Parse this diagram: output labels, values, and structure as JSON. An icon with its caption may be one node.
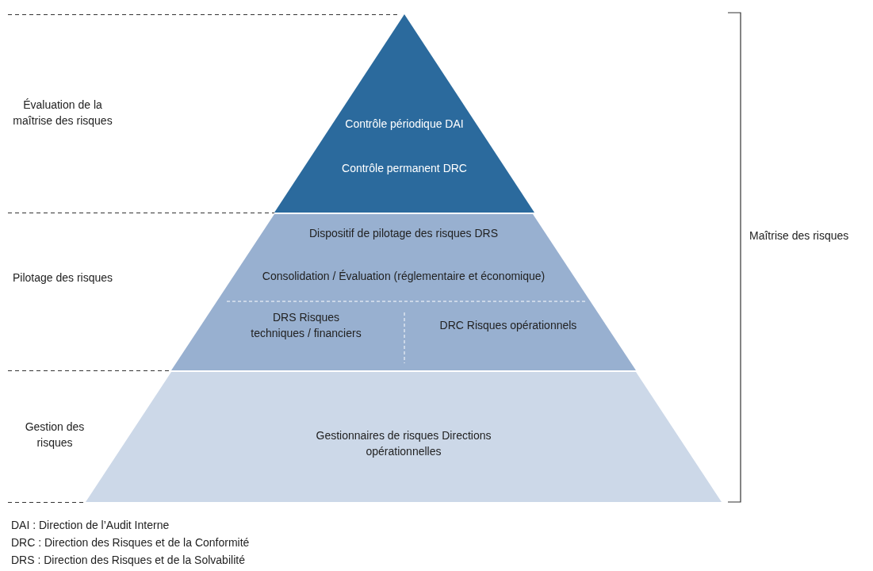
{
  "diagram": {
    "nodes": [
      {
        "text": [
          "Contrôle périodique DAI",
          "Contrôle permanent DRC"
        ]
      },
      {
        "text": [
          "Dispositif de pilotage des risques DRS",
          "Consolidation / Évaluation (réglementaire et économique)"
        ]
      },
      {
        "text": [
          "DRS Risques techniques / financiers"
        ],
        "in": 1
      },
      {
        "text": [
          "DRC Risques opérationnels"
        ],
        "in": 1
      },
      {
        "text": [
          "Gestionnaires de risques Directions opérationnelles"
        ]
      }
    ],
    "edges": [],
    "labels": [
      "Évaluation de la maîtrise des risques",
      "Maîtrise des risques",
      "Pilotage des risques",
      "Gestion des risques",
      "DAI : Direction de l’Audit Interne",
      "DRC : Direction des Risques et de la Conformité",
      "DRS : Direction des Risques et de la Solvabilité"
    ]
  }
}
